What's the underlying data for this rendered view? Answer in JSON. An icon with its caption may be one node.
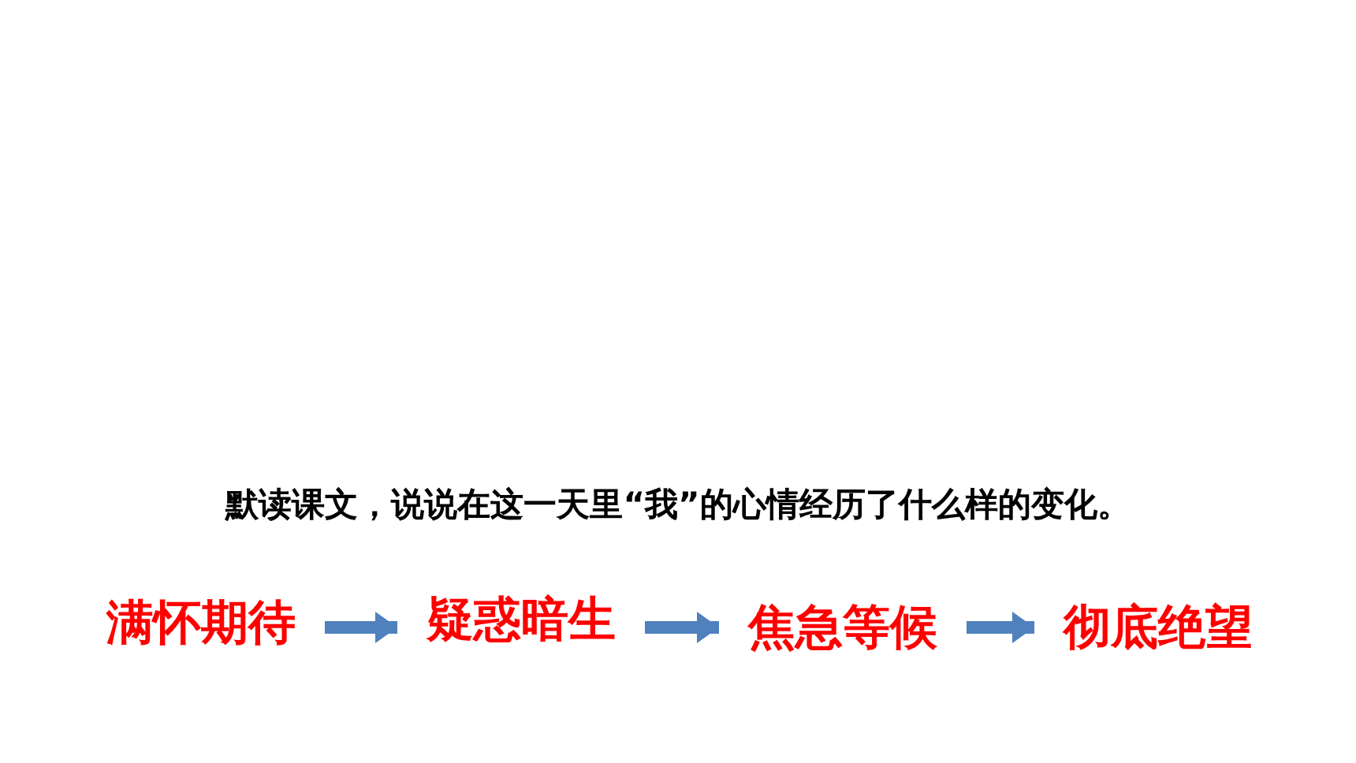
{
  "diagram": {
    "nodes": [
      {
        "text": [
          "满怀期待"
        ]
      },
      {
        "text": [
          "疑惑暗生"
        ]
      },
      {
        "text": [
          "焦急等候"
        ]
      },
      {
        "text": [
          "彻底绝望"
        ]
      }
    ],
    "edges": [
      {
        "from": 0,
        "to": 1,
        "arrow": "to"
      },
      {
        "from": 1,
        "to": 2,
        "arrow": "to"
      },
      {
        "from": 2,
        "to": 3,
        "arrow": "to"
      }
    ],
    "labels": [
      "默读课文，说说在这一天里“我”的心情经历了什么样的变化。"
    ]
  }
}
